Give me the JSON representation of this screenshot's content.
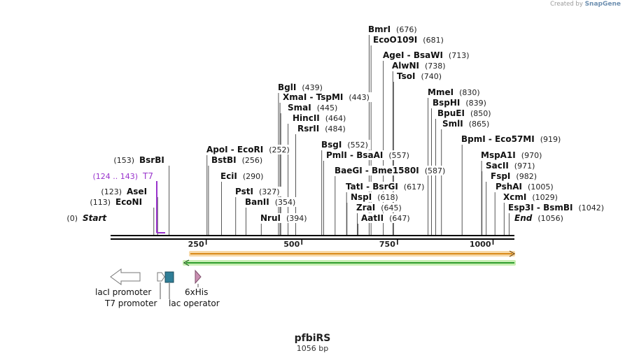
{
  "credit": {
    "prefix": "Created by",
    "brand": "SnapGene"
  },
  "plasmid": {
    "name": "pfbiRS",
    "length_label": "1056 bp",
    "length": 1056
  },
  "ruler": {
    "ticks": [
      {
        "value": 250,
        "label": "250"
      },
      {
        "value": 500,
        "label": "500"
      },
      {
        "value": 750,
        "label": "750"
      },
      {
        "value": 1000,
        "label": "1000"
      }
    ]
  },
  "colors": {
    "enzyme_text": "#111111",
    "position_text": "#222222",
    "primer": "#9933cc",
    "feature_orange": "#d98a1a",
    "feature_orange_glow": "#f7d9a8",
    "feature_green": "#2f9e2f",
    "feature_green_glow": "#c9efb4",
    "lac_operator": "#2f7e97",
    "his_tag": "#c98fb1"
  },
  "sites": [
    {
      "name": "Start",
      "pos": 0,
      "label_pos": "(0)",
      "italic": true,
      "left_pos": true
    },
    {
      "name": "EcoNI",
      "pos": 113,
      "label_pos": "(113)",
      "left_pos": true
    },
    {
      "name": "AseI",
      "pos": 123,
      "label_pos": "(123)",
      "left_pos": true
    },
    {
      "name": "T7",
      "pos": 124,
      "label_pos": "(124 .. 143)",
      "left_pos": true,
      "primer": true,
      "bold": false
    },
    {
      "name": "BsrBI",
      "pos": 153,
      "label_pos": "(153)",
      "left_pos": true
    },
    {
      "name": "ApoI - EcoRI",
      "pos": 252,
      "label_pos": "(252)"
    },
    {
      "name": "BstBI",
      "pos": 256,
      "label_pos": "(256)"
    },
    {
      "name": "EciI",
      "pos": 290,
      "label_pos": "(290)"
    },
    {
      "name": "PstI",
      "pos": 327,
      "label_pos": "(327)"
    },
    {
      "name": "BanII",
      "pos": 354,
      "label_pos": "(354)"
    },
    {
      "name": "NruI",
      "pos": 394,
      "label_pos": "(394)"
    },
    {
      "name": "BglI",
      "pos": 439,
      "label_pos": "(439)"
    },
    {
      "name": "XmaI - TspMI",
      "pos": 443,
      "label_pos": "(443)"
    },
    {
      "name": "SmaI",
      "pos": 445,
      "label_pos": "(445)"
    },
    {
      "name": "HincII",
      "pos": 464,
      "label_pos": "(464)"
    },
    {
      "name": "RsrII",
      "pos": 484,
      "label_pos": "(484)"
    },
    {
      "name": "BsgI",
      "pos": 552,
      "label_pos": "(552)"
    },
    {
      "name": "PmlI - BsaAI",
      "pos": 557,
      "label_pos": "(557)"
    },
    {
      "name": "BaeGI - Bme1580I",
      "pos": 587,
      "label_pos": "(587)"
    },
    {
      "name": "TatI - BsrGI",
      "pos": 617,
      "label_pos": "(617)"
    },
    {
      "name": "NspI",
      "pos": 618,
      "label_pos": "(618)"
    },
    {
      "name": "ZraI",
      "pos": 645,
      "label_pos": "(645)"
    },
    {
      "name": "AatII",
      "pos": 647,
      "label_pos": "(647)"
    },
    {
      "name": "BmrI",
      "pos": 676,
      "label_pos": "(676)"
    },
    {
      "name": "EcoO109I",
      "pos": 681,
      "label_pos": "(681)"
    },
    {
      "name": "AgeI - BsaWI",
      "pos": 713,
      "label_pos": "(713)"
    },
    {
      "name": "AlwNI",
      "pos": 738,
      "label_pos": "(738)"
    },
    {
      "name": "TsoI",
      "pos": 740,
      "label_pos": "(740)"
    },
    {
      "name": "MmeI",
      "pos": 830,
      "label_pos": "(830)"
    },
    {
      "name": "BspHI",
      "pos": 839,
      "label_pos": "(839)"
    },
    {
      "name": "BpuEI",
      "pos": 850,
      "label_pos": "(850)"
    },
    {
      "name": "SmlI",
      "pos": 865,
      "label_pos": "(865)"
    },
    {
      "name": "BpmI - Eco57MI",
      "pos": 919,
      "label_pos": "(919)"
    },
    {
      "name": "MspA1I",
      "pos": 970,
      "label_pos": "(970)"
    },
    {
      "name": "SacII",
      "pos": 971,
      "label_pos": "(971)"
    },
    {
      "name": "FspI",
      "pos": 982,
      "label_pos": "(982)"
    },
    {
      "name": "PshAI",
      "pos": 1005,
      "label_pos": "(1005)"
    },
    {
      "name": "XcmI",
      "pos": 1029,
      "label_pos": "(1029)"
    },
    {
      "name": "Esp3I - BsmBI",
      "pos": 1042,
      "label_pos": "(1042)"
    },
    {
      "name": "End",
      "pos": 1056,
      "label_pos": "(1056)",
      "italic": true
    }
  ],
  "features": [
    {
      "name": "lacI promoter",
      "label": "lacI promoter",
      "type": "promoter-reverse"
    },
    {
      "name": "T7 promoter",
      "label": "T7 promoter",
      "type": "promoter-forward"
    },
    {
      "name": "lac operator",
      "label": "lac operator",
      "type": "operator"
    },
    {
      "name": "6xHis",
      "label": "6xHis",
      "type": "tag"
    }
  ]
}
